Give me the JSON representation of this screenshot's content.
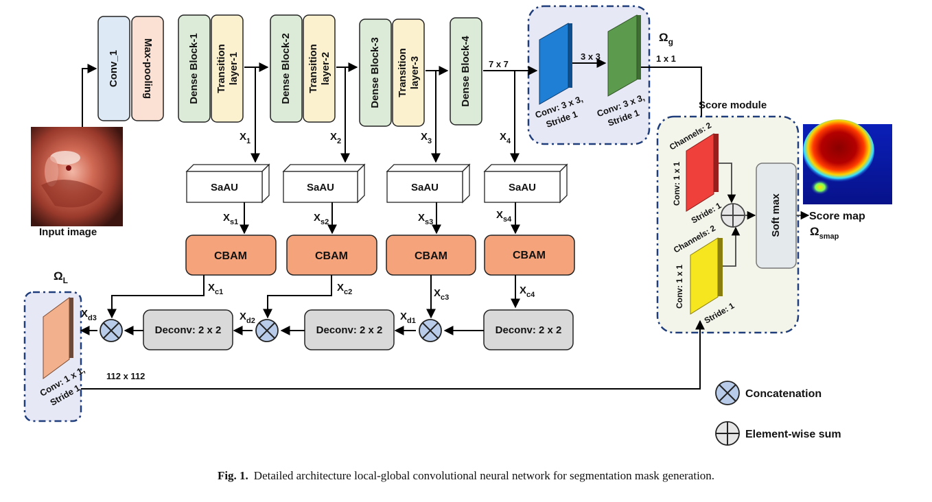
{
  "blocks": {
    "conv1": "Conv_1",
    "maxpool": "Max-pooling",
    "dense1": "Dense Block-1",
    "trans1a": "Transition",
    "trans1b": "layer-1",
    "dense2": "Dense Block-2",
    "trans2a": "Transition",
    "trans2b": "layer-2",
    "dense3": "Dense Block-3",
    "trans3a": "Transition",
    "trans3b": "layer-3",
    "dense4": "Dense Block-4"
  },
  "global": {
    "size_7x7": "7 x 7",
    "size_3x3": "3 x 3",
    "size_1x1": "1 x 1",
    "omega": "Ω",
    "omega_sub": "g",
    "conv1_a": "Conv: 3 x 3,",
    "conv1_b": "Stride 1",
    "conv2_a": "Conv: 3 x 3,",
    "conv2_b": "Stride 1"
  },
  "features": {
    "x": "X",
    "x1": "1",
    "x2": "2",
    "x3": "3",
    "x4": "4",
    "xs1": "s1",
    "xs2": "s2",
    "xs3": "s3",
    "xs4": "s4",
    "xc1": "c1",
    "xc2": "c2",
    "xc3": "c3",
    "xc4": "c4",
    "xd1": "d1",
    "xd2": "d2",
    "xd3": "d3"
  },
  "saau": "SaAU",
  "cbam": "CBAM",
  "deconv": "Deconv: 2 x 2",
  "input_label": "Input image",
  "local": {
    "omega": "Ω",
    "omega_sub": "L",
    "conv_a": "Conv: 1 x 1,",
    "conv_b": "Stride 1",
    "size": "112 x 112"
  },
  "score": {
    "title": "Score module",
    "red_ch": "Channels: 2",
    "red_a": "Conv: 1 x 1",
    "red_b": "Stride: 1",
    "yel_ch": "Channels: 2",
    "yel_a": "Conv: 1 x 1",
    "yel_b": "Stride: 1",
    "softmax": "Soft max",
    "map_label": "Score map",
    "omega": "Ω",
    "omega_sub": "smap"
  },
  "legend": {
    "concat": "Concatenation",
    "sum": "Element-wise sum"
  },
  "caption": {
    "fig": "Fig. 1.",
    "text": "Detailed architecture local-global convolutional neural network for segmentation mask generation."
  },
  "colors": {
    "conv1": "#dde9f5",
    "maxpool": "#fbe0d4",
    "dense": "#dcebd7",
    "transition": "#fcf1cf",
    "cbam": "#f5a37a",
    "deconv": "#d9d9d9",
    "dashed_border": "#1f3d7a",
    "dashed_fill": "#e7e8f6",
    "score_fill": "#f3f4ea",
    "blue_kernel": "#1f7fd4",
    "green_kernel": "#5c9a4d",
    "red_kernel": "#f0403c",
    "yellow_kernel": "#f5e620",
    "salmon_kernel": "#f2b08c",
    "concat_fill": "#b8cbe8"
  }
}
